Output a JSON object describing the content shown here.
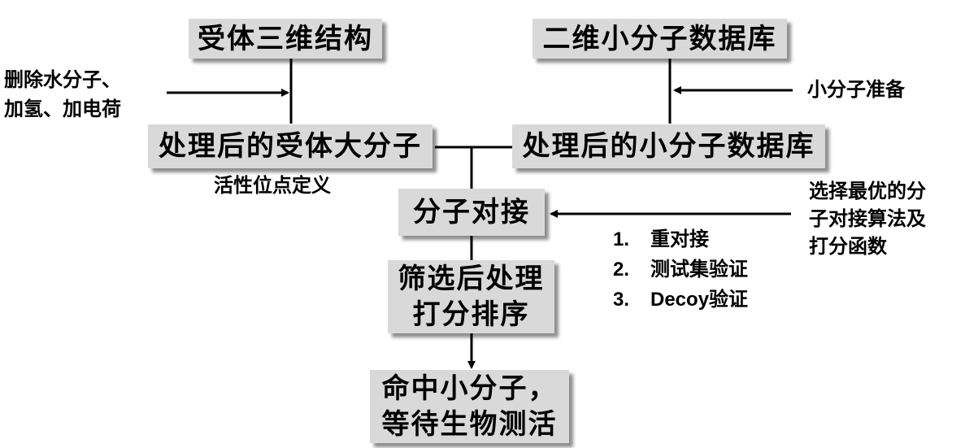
{
  "boxes": {
    "receptor_3d": "受体三维结构",
    "ligand_2d_db": "二维小分子数据库",
    "processed_receptor": "处理后的受体大分子",
    "processed_ligand_db": "处理后的小分子数据库",
    "docking": "分子对接",
    "post_processing": [
      "筛选后处理",
      "打分排序"
    ],
    "hits": [
      "命中小分子，",
      "等待生物测活"
    ]
  },
  "notes": {
    "receptor_prep": [
      "删除水分子、",
      "加氢、加电荷"
    ],
    "active_site": "活性位点定义",
    "ligand_prep": "小分子准备",
    "algorithm_selection": [
      "选择最优的分",
      "子对接算法及",
      "打分函数"
    ],
    "validation_steps": [
      {
        "num": "1.",
        "text": "重对接"
      },
      {
        "num": "2.",
        "text": "测试集验证"
      },
      {
        "num": "3.",
        "text": "Decoy验证"
      }
    ]
  }
}
